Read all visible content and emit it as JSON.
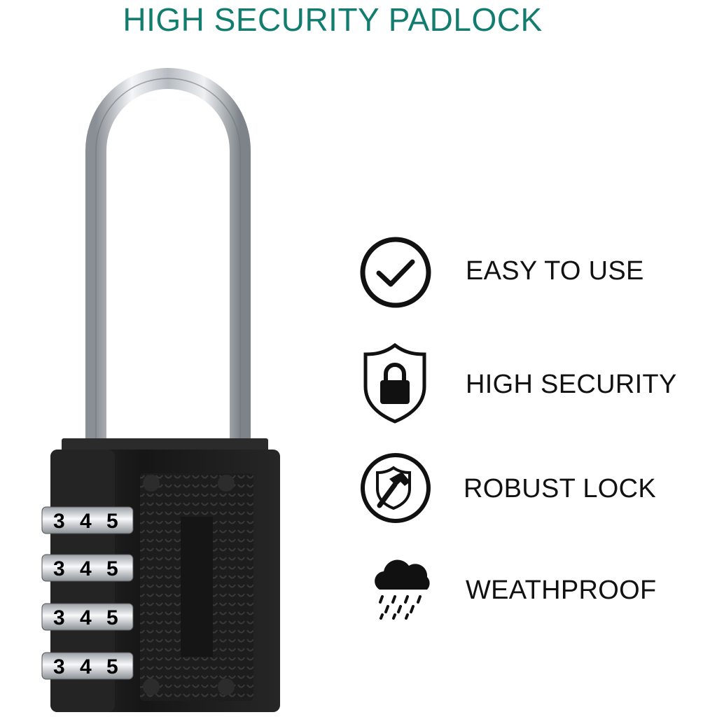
{
  "title": "HIGH SECURITY PADLOCK",
  "colors": {
    "title": "#127d6f",
    "lock_body": "#1c1c1c",
    "shackle": "#c8ccd0",
    "icon": "#111111"
  },
  "dials": [
    {
      "digits": [
        "3",
        "4",
        "5"
      ]
    },
    {
      "digits": [
        "3",
        "4",
        "5"
      ]
    },
    {
      "digits": [
        "3",
        "4",
        "5"
      ]
    },
    {
      "digits": [
        "3",
        "4",
        "5"
      ]
    }
  ],
  "features": [
    {
      "label": "EASY TO USE",
      "icon": "check-circle-icon"
    },
    {
      "label": "HIGH SECURITY",
      "icon": "shield-lock-icon"
    },
    {
      "label": "ROBUST LOCK",
      "icon": "shield-hammer-icon"
    },
    {
      "label": "WEATHPROOF",
      "icon": "rain-cloud-icon"
    }
  ]
}
